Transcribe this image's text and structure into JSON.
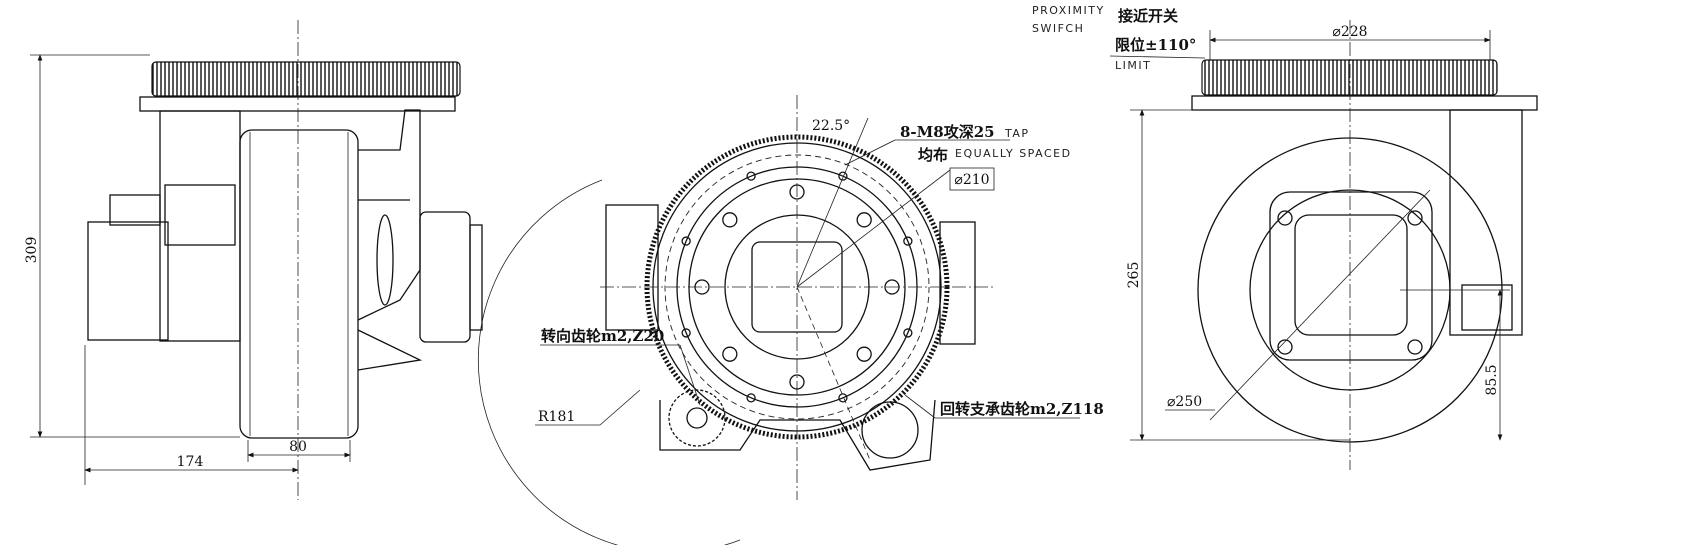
{
  "side_view": {
    "height_dim": "309",
    "offset_dim": "174",
    "wheel_width_dim": "80"
  },
  "front_view": {
    "angle_dim": "22.5°",
    "tap_label_cn": "8-M8攻深25",
    "tap_label_en": "TAP",
    "spacing_label_cn": "均布",
    "spacing_label_en": "EQUALLY SPACED",
    "bolt_circle_dim": "⌀210",
    "steering_gear_label": "转向齿轮m2,Z20",
    "radius_dim": "R181",
    "slewing_gear_label": "回转支承齿轮m2,Z118"
  },
  "end_view": {
    "proximity_en_1": "PROXIMITY",
    "proximity_en_2": "SWIFCH",
    "proximity_cn": "接近开关",
    "limit_cn": "限位±110°",
    "limit_en": "LIMIT",
    "gear_dia_dim": "⌀228",
    "height_dim": "265",
    "wheel_dia_dim": "⌀250",
    "axle_height_dim": "85.5"
  }
}
